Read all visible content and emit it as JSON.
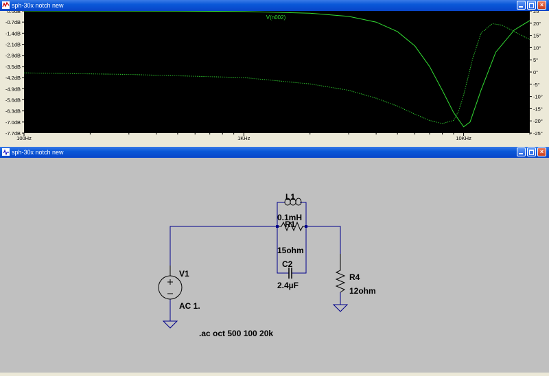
{
  "plot_window": {
    "title": "sph-30x notch new",
    "buttons": {
      "minimize": "minimize",
      "maximize": "maximize",
      "close": "close"
    }
  },
  "schematic_window": {
    "title": "sph-30x notch new"
  },
  "chart_data": {
    "type": "line",
    "title": "V(n002)",
    "x_scale": "log",
    "xlim": [
      100,
      20000
    ],
    "x_ticks": [
      {
        "value": 100,
        "label": "100Hz"
      },
      {
        "value": 1000,
        "label": "1KHz"
      },
      {
        "value": 10000,
        "label": "10KHz"
      }
    ],
    "left_axis": {
      "unit": "dB",
      "ylim": [
        -7.7,
        0.0
      ],
      "ticks": [
        "0.0dB",
        "-0.7dB",
        "-1.4dB",
        "-2.1dB",
        "-2.8dB",
        "-3.5dB",
        "-4.2dB",
        "-4.9dB",
        "-5.6dB",
        "-6.3dB",
        "-7.0dB",
        "-7.7dB"
      ]
    },
    "right_axis": {
      "unit": "°",
      "ylim": [
        -25,
        25
      ],
      "ticks": [
        "25°",
        "20°",
        "15°",
        "10°",
        "5°",
        "0°",
        "-5°",
        "-10°",
        "-15°",
        "-20°",
        "-25°"
      ]
    },
    "grid": false,
    "background": "#000000",
    "trace_color": "#33dd33",
    "series": [
      {
        "quantity": "magnitude",
        "axis": "left",
        "style": "solid",
        "x": [
          100,
          500,
          1000,
          2000,
          3000,
          4000,
          5000,
          6000,
          7000,
          8000,
          9000,
          10000,
          10700,
          12000,
          14000,
          17000,
          20000
        ],
        "y": [
          0.0,
          -0.01,
          -0.03,
          -0.14,
          -0.34,
          -0.7,
          -1.3,
          -2.2,
          -3.5,
          -5.0,
          -6.4,
          -7.3,
          -7.0,
          -5.0,
          -2.6,
          -1.2,
          -0.6
        ]
      },
      {
        "quantity": "phase",
        "axis": "left",
        "style": "dotted",
        "x": [
          100,
          300,
          1000,
          2000,
          3000,
          4000,
          5000,
          6000,
          7000,
          8000,
          9000,
          9500,
          10000,
          11000,
          12000,
          13500,
          15000,
          17000,
          20000
        ],
        "y": [
          -3.9,
          -4.0,
          -4.2,
          -4.6,
          -5.0,
          -5.5,
          -6.0,
          -6.5,
          -6.9,
          -7.1,
          -6.9,
          -6.3,
          -5.3,
          -3.0,
          -1.4,
          -0.8,
          -0.9,
          -1.3,
          -1.8
        ]
      }
    ]
  },
  "schematic": {
    "L1": {
      "name": "L1",
      "value": "0.1mH"
    },
    "R1": {
      "name": "R1",
      "value": "15ohm"
    },
    "C2": {
      "name": "C2",
      "value": "2.4µF"
    },
    "R4": {
      "name": "R4",
      "value": "12ohm"
    },
    "V1": {
      "name": "V1",
      "value": "AC 1."
    },
    "directive": ".ac oct 500 100 20k",
    "wire_color": "#00008b"
  }
}
